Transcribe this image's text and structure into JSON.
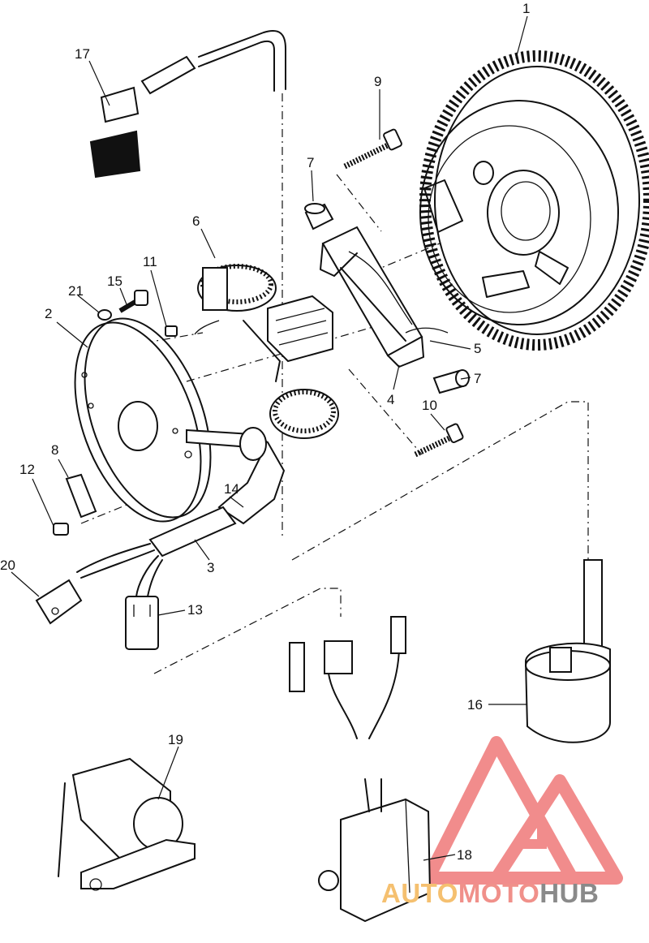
{
  "callouts": {
    "c1": "1",
    "c2": "2",
    "c3": "3",
    "c4": "4",
    "c5": "5",
    "c6": "6",
    "c7a": "7",
    "c7b": "7",
    "c8": "8",
    "c9": "9",
    "c10": "10",
    "c11": "11",
    "c12": "12",
    "c13": "13",
    "c14": "14",
    "c15": "15",
    "c16": "16",
    "c17": "17",
    "c18": "18",
    "c19": "19",
    "c20": "20",
    "c21": "21"
  },
  "watermark": {
    "part1": "AUTO",
    "part2": "MOTO",
    "part3": "HUB",
    "colors": {
      "auto": "#f5c070",
      "moto": "#f0908a",
      "hub": "#8a8a8a",
      "logo": "#f08080"
    }
  }
}
